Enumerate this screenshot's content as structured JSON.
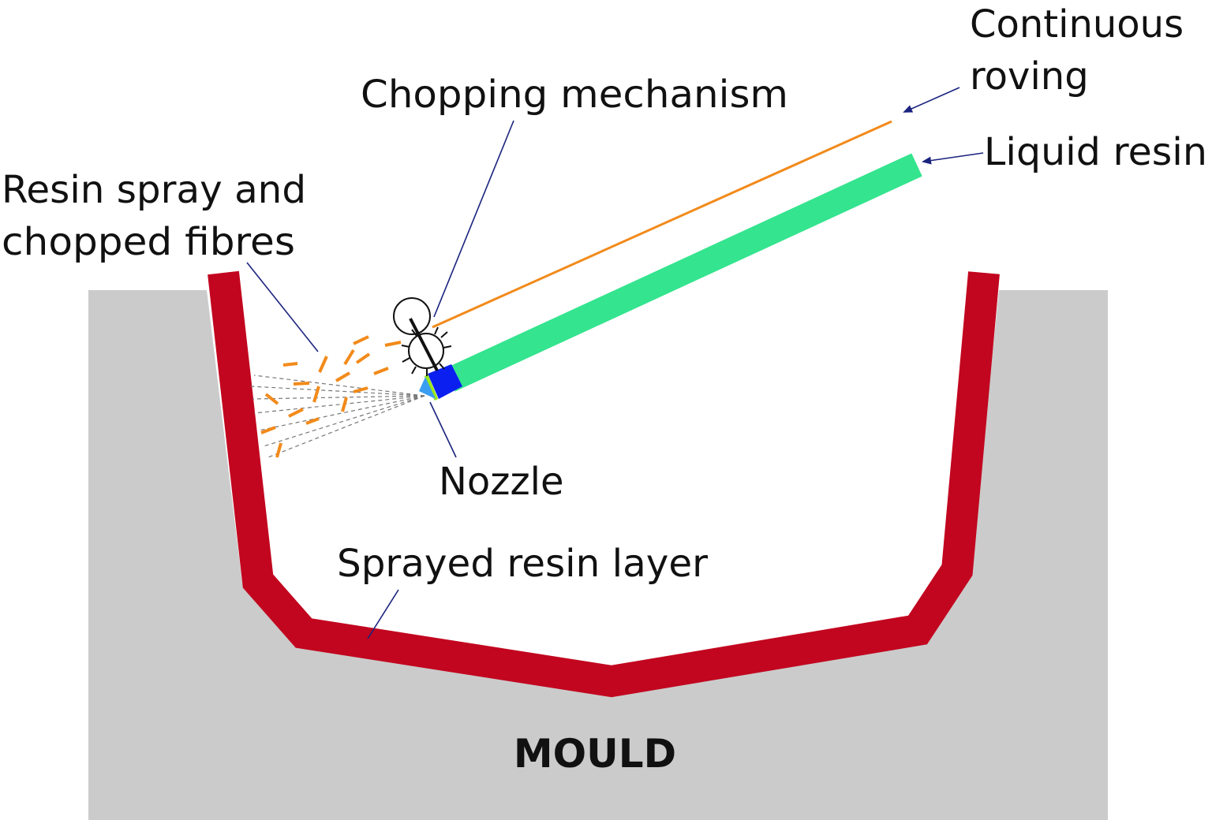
{
  "labels": {
    "continuous_roving_line1": "Continuous",
    "continuous_roving_line2": "roving",
    "chopping_mechanism": "Chopping mechanism",
    "liquid_resin": "Liquid resin",
    "resin_spray_line1": "Resin spray and",
    "resin_spray_line2": "chopped fibres",
    "nozzle": "Nozzle",
    "sprayed_resin_layer": "Sprayed resin layer",
    "mould": "MOULD"
  },
  "colors": {
    "mould": "#cbcbcb",
    "resin_layer": "#c2061f",
    "roving": "#f28a1a",
    "liquid_resin": "#34e48e",
    "nozzle_body": "#0a1ff0",
    "nozzle_tip": "#3a9ef0",
    "nozzle_ring": "#9be81a",
    "leader": "#1a237e"
  }
}
